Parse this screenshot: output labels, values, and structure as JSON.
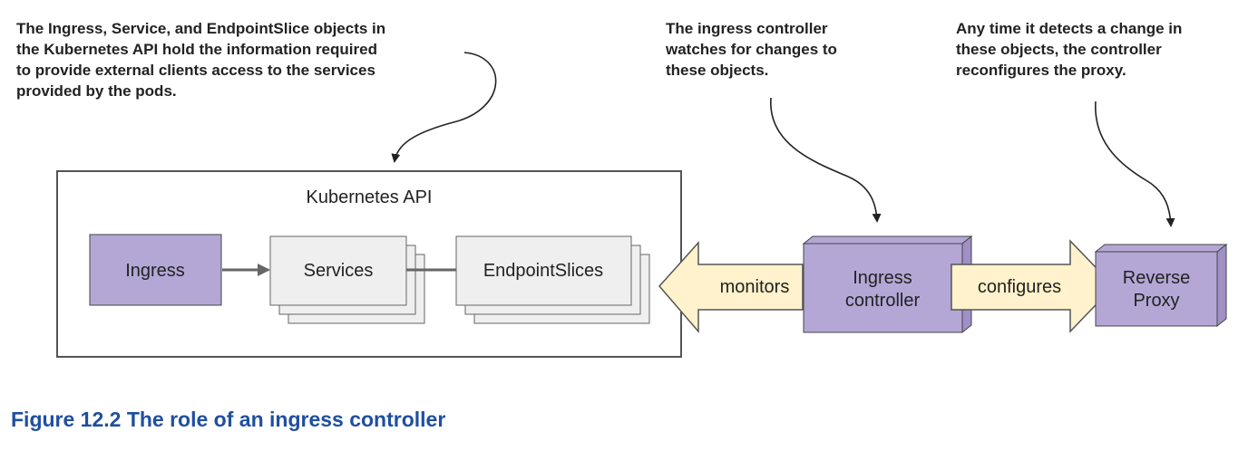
{
  "annotations": {
    "api_note": [
      "The Ingress, Service, and EndpointSlice objects in",
      "the Kubernetes API hold the information required",
      "to provide external clients access to the services",
      "provided by the pods."
    ],
    "controller_note": [
      "The ingress controller",
      "watches for changes to",
      "these objects."
    ],
    "proxy_note": [
      "Any time it detects a change in",
      "these objects, the controller",
      "reconfigures the proxy."
    ]
  },
  "diagram": {
    "api_box_title": "Kubernetes API",
    "ingress_label": "Ingress",
    "services_label": "Services",
    "endpointslices_label": "EndpointSlices",
    "monitors_label": "monitors",
    "controller_label_line1": "Ingress",
    "controller_label_line2": "controller",
    "configures_label": "configures",
    "proxy_label_line1": "Reverse",
    "proxy_label_line2": "Proxy"
  },
  "caption": "Figure 12.2 The role of an ingress controller",
  "colors": {
    "purple_fill": "#b4a7d6",
    "gray_fill": "#efefef",
    "yellow_fill": "#fff2cc",
    "caption": "#1f4fa0"
  }
}
